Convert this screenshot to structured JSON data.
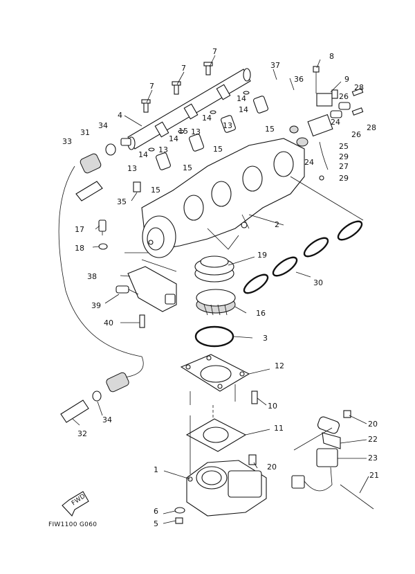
{
  "callouts": {
    "c1": "1",
    "c2": "2",
    "c3": "3",
    "c4": "4",
    "c5": "5",
    "c6": "6",
    "c7a": "7",
    "c7b": "7",
    "c7c": "7",
    "c8": "8",
    "c9": "9",
    "c10": "10",
    "c11": "11",
    "c12": "12",
    "c13a": "13",
    "c13b": "13",
    "c13c": "13",
    "c13d": "13",
    "c14a": "14",
    "c14b": "14",
    "c14c": "14",
    "c14d": "14",
    "c14e": "14",
    "c15a": "15",
    "c15b": "15",
    "c15c": "15",
    "c15d": "15",
    "c15e": "15",
    "c16": "16",
    "c17": "17",
    "c18": "18",
    "c19": "19",
    "c20a": "20",
    "c20b": "20",
    "c21": "21",
    "c22": "22",
    "c23": "23",
    "c24a": "24",
    "c24b": "24",
    "c25": "25",
    "c26a": "26",
    "c26b": "26",
    "c27": "27",
    "c28a": "28",
    "c28b": "28",
    "c29a": "29",
    "c29b": "29",
    "c30": "30",
    "c31": "31",
    "c32": "32",
    "c33": "33",
    "c34a": "34",
    "c34b": "34",
    "c35": "35",
    "c36": "36",
    "c37": "37",
    "c38": "38",
    "c39": "39",
    "c40": "40"
  },
  "fwd_label": "FWD",
  "figure_code": "FIW1100 G060"
}
